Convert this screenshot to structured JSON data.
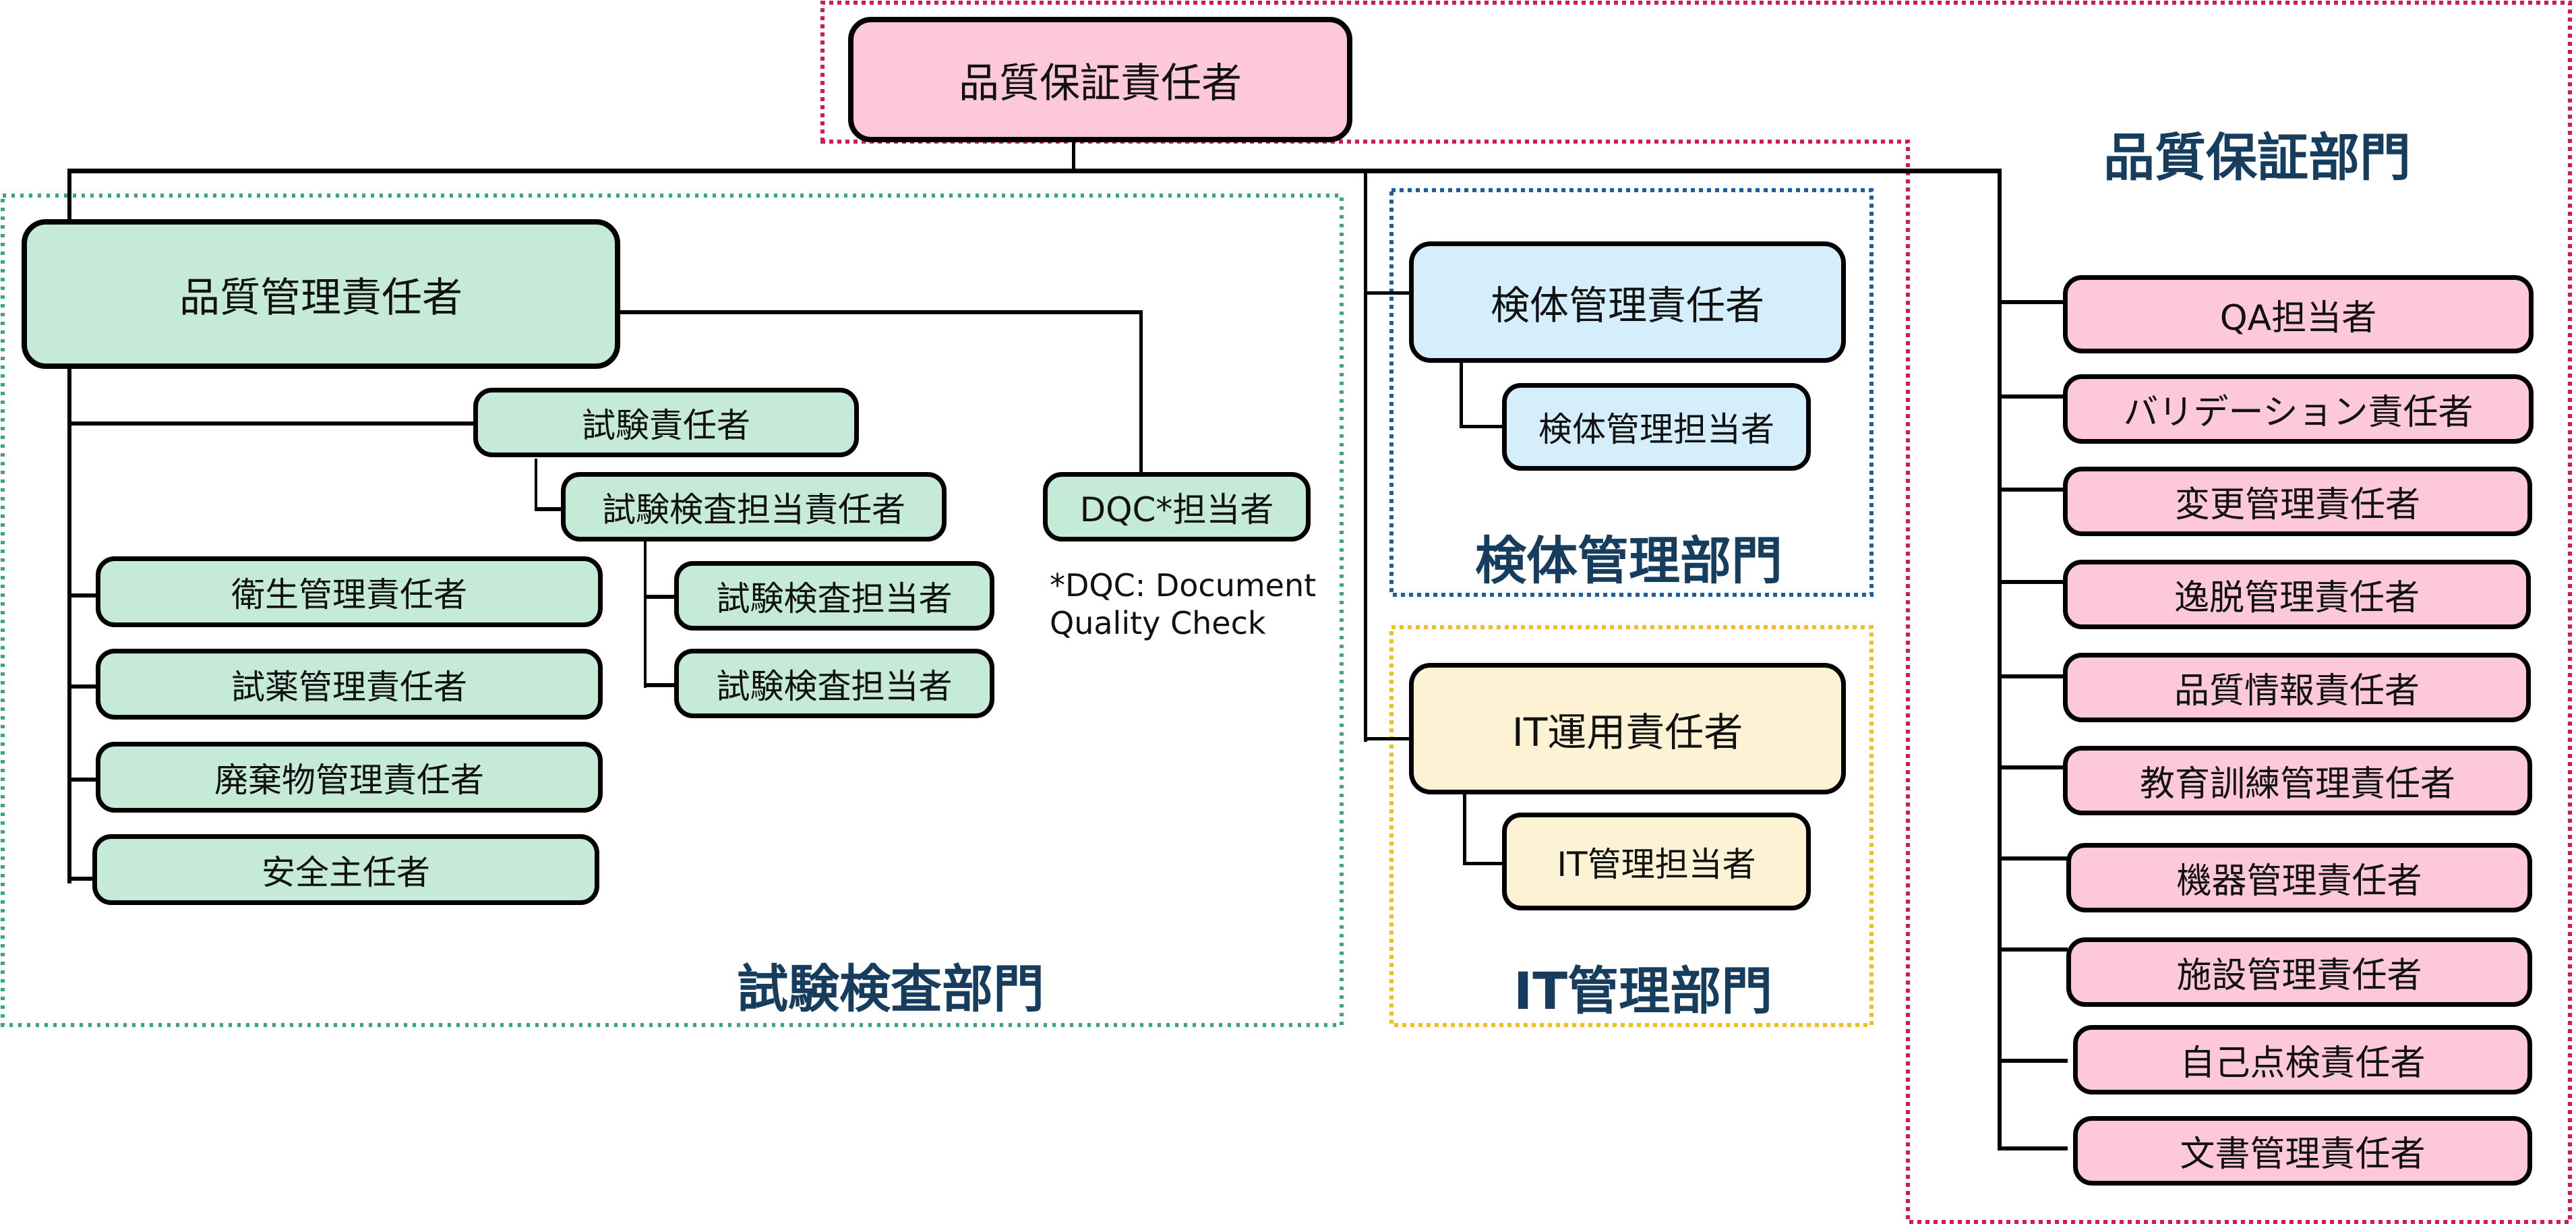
{
  "top": {
    "label": "品質保証責任者"
  },
  "departments": {
    "qa": {
      "label": "品質保証部門",
      "color": "#d6175a"
    },
    "testing": {
      "label": "試験検査部門",
      "color": "#3aa870"
    },
    "specimen": {
      "label": "検体管理部門",
      "color": "#1b5fa0"
    },
    "it": {
      "label": "IT管理部門",
      "color": "#f0c020"
    }
  },
  "testing": {
    "head": "品質管理責任者",
    "test_manager": "試験責任者",
    "inspection_lead": "試験検査担当責任者",
    "inspectors": [
      "試験検査担当者",
      "試験検査担当者"
    ],
    "dqc": "DQC*担当者",
    "dqc_note_line1": "*DQC: Document",
    "dqc_note_line2": "Quality Check",
    "others": [
      "衛生管理責任者",
      "試薬管理責任者",
      "廃棄物管理責任者",
      "安全主任者"
    ]
  },
  "specimen": {
    "head": "検体管理責任者",
    "staff": "検体管理担当者"
  },
  "it": {
    "head": "IT運用責任者",
    "staff": "IT管理担当者"
  },
  "qa": {
    "members": [
      "QA担当者",
      "バリデーション責任者",
      "変更管理責任者",
      "逸脱管理責任者",
      "品質情報責任者",
      "教育訓練管理責任者",
      "機器管理責任者",
      "施設管理責任者",
      "自己点検責任者",
      "文書管理責任者"
    ]
  }
}
